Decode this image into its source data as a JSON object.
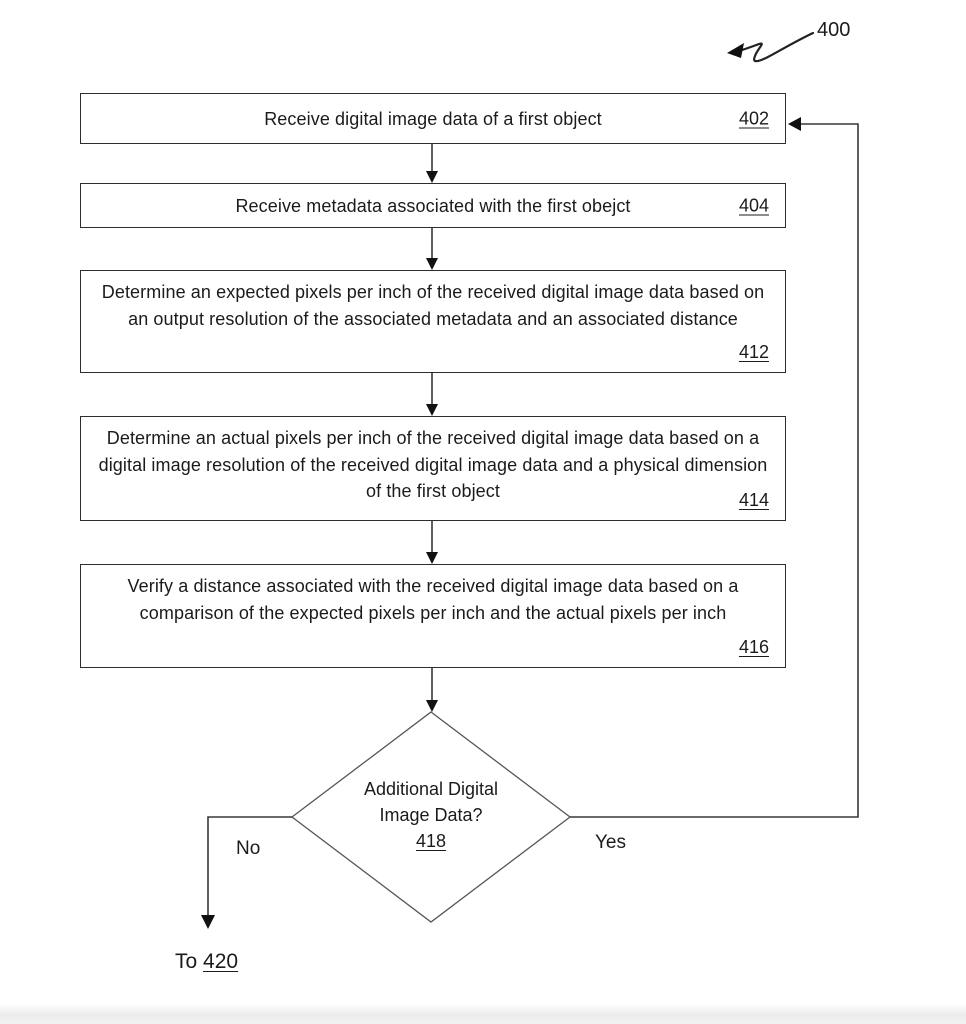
{
  "figure_label": "400",
  "boxes": [
    {
      "text": "Receive digital image data of a first object",
      "ref": "402"
    },
    {
      "text": "Receive metadata associated with the first obejct",
      "ref": "404"
    },
    {
      "text": "Determine an expected pixels per inch of the received digital image data based on an output resolution of the associated metadata and an associated distance",
      "ref": "412"
    },
    {
      "text": "Determine an actual pixels per inch of the received digital image data based on a digital image resolution of the received digital image data and a physical dimension of the first object",
      "ref": "414"
    },
    {
      "text": "Verify a distance associated with the received digital image data based on a comparison of the expected pixels per inch and the actual pixels per inch",
      "ref": "416"
    }
  ],
  "decision": {
    "line1": "Additional Digital",
    "line2": "Image Data?",
    "ref": "418",
    "no_label": "No",
    "yes_label": "Yes"
  },
  "exit_note": {
    "prefix": "To ",
    "ref": "420"
  },
  "colors": {
    "line": "#383838",
    "arrow_fill": "#111111",
    "diamond_stroke": "#565656",
    "text": "#1b1b1b",
    "background": "#ffffff"
  }
}
